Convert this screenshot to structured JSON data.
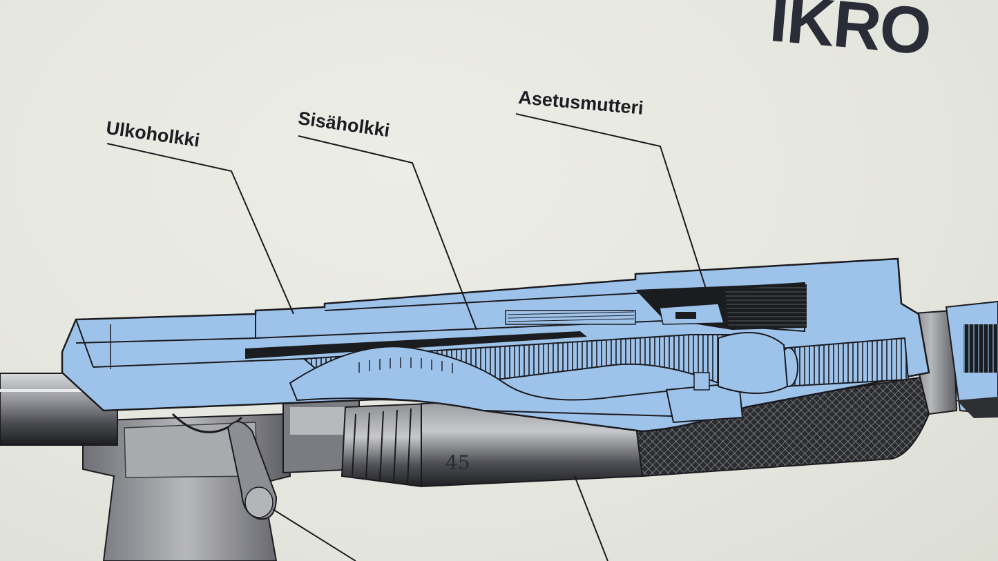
{
  "title_fragment": "IKRO",
  "labels": {
    "outer_sleeve": "Ulkoholkki",
    "inner_sleeve": "Sisäholkki",
    "adjusting_nut": "Asetusmutteri"
  },
  "thimble_scale_number": "45",
  "colors": {
    "paper": "#e7e8e1",
    "cutaway_blue": "#9ec3ea",
    "outline": "#1a1a1f",
    "steel": "#8c8d91",
    "dark_steel": "#2e2f33"
  }
}
